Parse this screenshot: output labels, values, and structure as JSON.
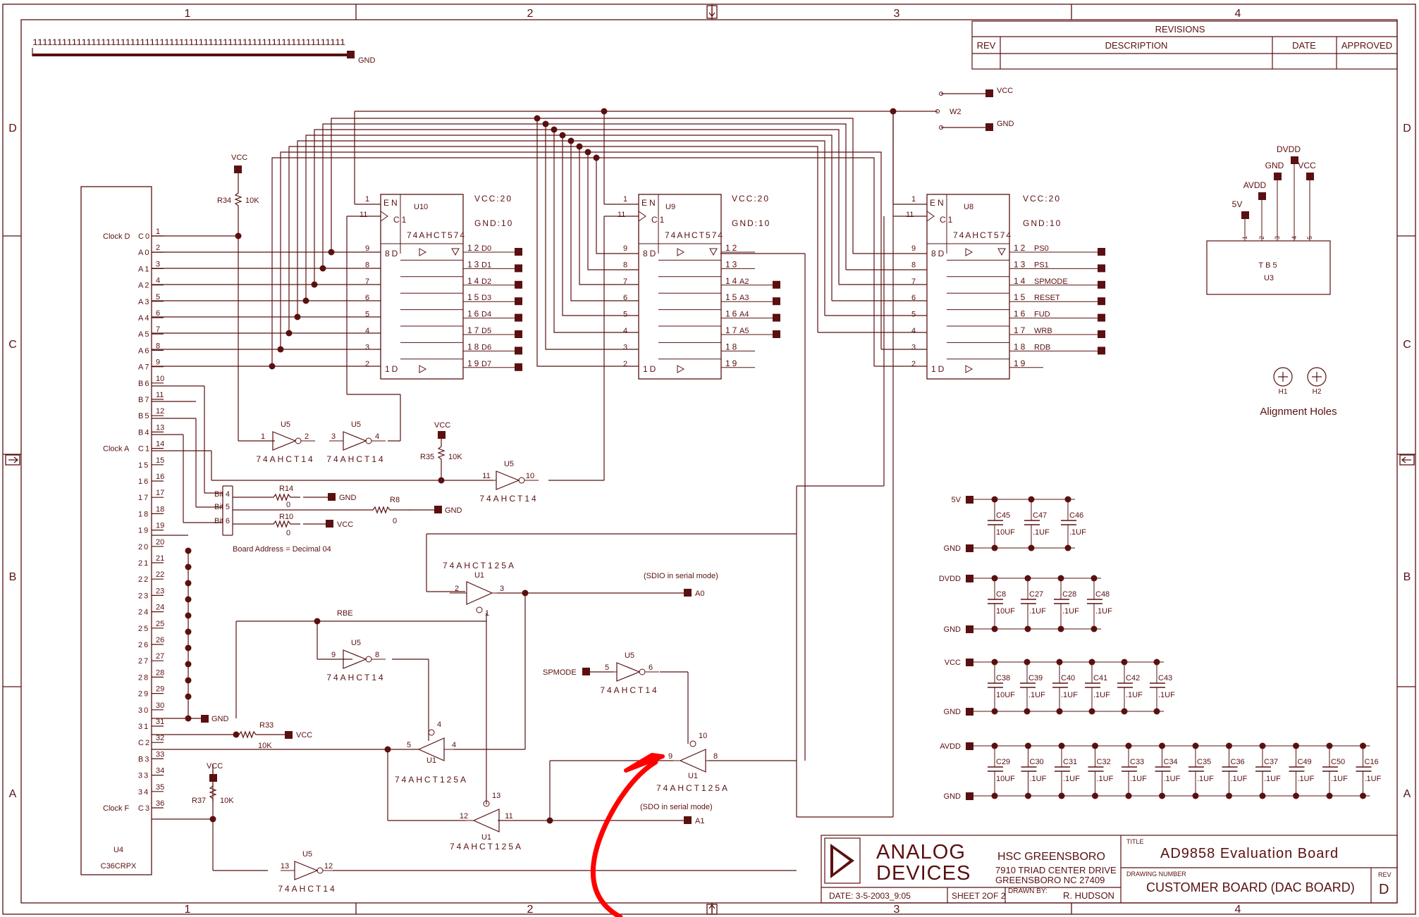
{
  "zones": {
    "top": [
      "1",
      "2",
      "3",
      "4"
    ],
    "side": [
      "D",
      "C",
      "B",
      "A"
    ]
  },
  "revisions": {
    "title": "REVISIONS",
    "headers": [
      "REV",
      "DESCRIPTION",
      "DATE",
      "APPROVED"
    ]
  },
  "pins_row": "1111111111111111111111111111111111111111111111111111111111111111",
  "labels": {
    "gnd": "GND",
    "vcc": "VCC",
    "w2": "W2",
    "dvdd": "DVDD",
    "avdd": "AVDD",
    "v5": "5V",
    "vcc20": "VCC:20",
    "gnd10": "GND:10",
    "part574": "74AHCT574",
    "part14": "74AHCT14",
    "part125": "74AHCT125A",
    "u10": "U10",
    "u9": "U9",
    "u8": "U8",
    "u5": "U5",
    "u1": "U1",
    "u4": "U4",
    "u3": "U3",
    "tb5": "TB5",
    "conn": "C36CRPX",
    "en": "EN",
    "c1": "C1",
    "bd": "8D",
    "d1": "1D",
    "r34": "R34",
    "r35": "R35",
    "r37": "R37",
    "r33": "R33",
    "r14": "R14",
    "r8": "R8",
    "r10": "R10",
    "k10": "10K",
    "zero": "0",
    "bit4": "Bit 4",
    "bit5": "Bit 5",
    "bit6": "Bit 6",
    "board_address": "Board Address = Decimal 04",
    "rbe": "RBE",
    "sdio": "(SDIO in serial mode)",
    "sdo": "(SDO in serial mode)",
    "spmode": "SPMODE",
    "a0": "A0",
    "a1": "A1",
    "h1": "H1",
    "h2": "H2",
    "alignment": "Alignment Holes"
  },
  "connector_pins": [
    {
      "name": "Clock D",
      "sig": "C0",
      "num": "1"
    },
    {
      "name": "",
      "sig": "A0",
      "num": "2"
    },
    {
      "name": "",
      "sig": "A1",
      "num": "3"
    },
    {
      "name": "",
      "sig": "A2",
      "num": "4"
    },
    {
      "name": "",
      "sig": "A3",
      "num": "5"
    },
    {
      "name": "",
      "sig": "A4",
      "num": "6"
    },
    {
      "name": "",
      "sig": "A5",
      "num": "7"
    },
    {
      "name": "",
      "sig": "A6",
      "num": "8"
    },
    {
      "name": "",
      "sig": "A7",
      "num": "9"
    },
    {
      "name": "",
      "sig": "B6",
      "num": "10"
    },
    {
      "name": "",
      "sig": "B7",
      "num": "11"
    },
    {
      "name": "",
      "sig": "B5",
      "num": "12"
    },
    {
      "name": "",
      "sig": "B4",
      "num": "13"
    },
    {
      "name": "Clock A",
      "sig": "C1",
      "num": "14"
    },
    {
      "name": "",
      "sig": "15",
      "num": "15"
    },
    {
      "name": "",
      "sig": "16",
      "num": "16"
    },
    {
      "name": "",
      "sig": "17",
      "num": "17"
    },
    {
      "name": "",
      "sig": "18",
      "num": "18"
    },
    {
      "name": "",
      "sig": "19",
      "num": "19"
    },
    {
      "name": "",
      "sig": "20",
      "num": "20"
    },
    {
      "name": "",
      "sig": "21",
      "num": "21"
    },
    {
      "name": "",
      "sig": "22",
      "num": "22"
    },
    {
      "name": "",
      "sig": "23",
      "num": "23"
    },
    {
      "name": "",
      "sig": "24",
      "num": "24"
    },
    {
      "name": "",
      "sig": "25",
      "num": "25"
    },
    {
      "name": "",
      "sig": "26",
      "num": "26"
    },
    {
      "name": "",
      "sig": "27",
      "num": "27"
    },
    {
      "name": "",
      "sig": "28",
      "num": "28"
    },
    {
      "name": "",
      "sig": "29",
      "num": "29"
    },
    {
      "name": "",
      "sig": "30",
      "num": "30"
    },
    {
      "name": "",
      "sig": "31",
      "num": "31"
    },
    {
      "name": "",
      "sig": "C2",
      "num": "32"
    },
    {
      "name": "",
      "sig": "B3",
      "num": "33"
    },
    {
      "name": "",
      "sig": "33",
      "num": "34"
    },
    {
      "name": "",
      "sig": "34",
      "num": "35"
    },
    {
      "name": "Clock F",
      "sig": "C3",
      "num": "36"
    }
  ],
  "u10_outputs": [
    {
      "pin": "12",
      "name": "D0"
    },
    {
      "pin": "13",
      "name": "D1"
    },
    {
      "pin": "14",
      "name": "D2"
    },
    {
      "pin": "15",
      "name": "D3"
    },
    {
      "pin": "16",
      "name": "D4"
    },
    {
      "pin": "17",
      "name": "D5"
    },
    {
      "pin": "18",
      "name": "D6"
    },
    {
      "pin": "19",
      "name": "D7"
    }
  ],
  "u9_outputs": [
    {
      "pin": "12",
      "name": ""
    },
    {
      "pin": "13",
      "name": ""
    },
    {
      "pin": "14",
      "name": "A2"
    },
    {
      "pin": "15",
      "name": "A3"
    },
    {
      "pin": "16",
      "name": "A4"
    },
    {
      "pin": "17",
      "name": "A5"
    },
    {
      "pin": "18",
      "name": ""
    },
    {
      "pin": "19",
      "name": ""
    }
  ],
  "u8_outputs": [
    {
      "pin": "12",
      "name": "PS0"
    },
    {
      "pin": "13",
      "name": "PS1"
    },
    {
      "pin": "14",
      "name": "SPMODE"
    },
    {
      "pin": "15",
      "name": "RESET"
    },
    {
      "pin": "16",
      "name": "FUD"
    },
    {
      "pin": "17",
      "name": "WRB"
    },
    {
      "pin": "18",
      "name": "RDB"
    },
    {
      "pin": "19",
      "name": ""
    }
  ],
  "d_inputs": [
    "9",
    "8",
    "7",
    "6",
    "5",
    "4",
    "3",
    "2"
  ],
  "tb5_pins": [
    "5V",
    "AVDD",
    "GND",
    "DVDD",
    "VCC"
  ],
  "caps": [
    {
      "rail": "5V",
      "items": [
        {
          "ref": "C45",
          "val": "10UF"
        },
        {
          "ref": "C47",
          "val": ".1UF"
        },
        {
          "ref": "C46",
          "val": ".1UF"
        }
      ]
    },
    {
      "rail": "DVDD",
      "items": [
        {
          "ref": "C8",
          "val": "10UF"
        },
        {
          "ref": "C27",
          "val": ".1UF"
        },
        {
          "ref": "C28",
          "val": ".1UF"
        },
        {
          "ref": "C48",
          "val": ".1UF"
        }
      ]
    },
    {
      "rail": "VCC",
      "items": [
        {
          "ref": "C38",
          "val": "10UF"
        },
        {
          "ref": "C39",
          "val": ".1UF"
        },
        {
          "ref": "C40",
          "val": ".1UF"
        },
        {
          "ref": "C41",
          "val": ".1UF"
        },
        {
          "ref": "C42",
          "val": ".1UF"
        },
        {
          "ref": "C43",
          "val": ".1UF"
        }
      ]
    },
    {
      "rail": "AVDD",
      "items": [
        {
          "ref": "C29",
          "val": "10UF"
        },
        {
          "ref": "C30",
          "val": ".1UF"
        },
        {
          "ref": "C31",
          "val": ".1UF"
        },
        {
          "ref": "C32",
          "val": ".1UF"
        },
        {
          "ref": "C33",
          "val": ".1UF"
        },
        {
          "ref": "C34",
          "val": ".1UF"
        },
        {
          "ref": "C35",
          "val": ".1UF"
        },
        {
          "ref": "C36",
          "val": ".1UF"
        },
        {
          "ref": "C37",
          "val": ".1UF"
        },
        {
          "ref": "C49",
          "val": ".1UF"
        },
        {
          "ref": "C50",
          "val": ".1UF"
        },
        {
          "ref": "C16",
          "val": ".1UF"
        }
      ]
    }
  ],
  "title_block": {
    "company_line1": "ANALOG",
    "company_line2": "DEVICES",
    "site": "HSC GREENSBORO",
    "address1": "7910 TRIAD CENTER DRIVE",
    "address2": "GREENSBORO NC 27409",
    "title_label": "TITLE",
    "title": "AD9858 Evaluation Board",
    "drawing_label": "DRAWING NUMBER",
    "drawing": "CUSTOMER BOARD (DAC BOARD)",
    "rev_label": "REV",
    "rev": "D",
    "date": "DATE: 3-5-2003_9:05",
    "sheet": "SHEET 2OF 2",
    "drawn_label": "DRAWN BY:",
    "drawn": "R. HUDSON"
  },
  "colors": {
    "line": "#5a1010",
    "annotation": "#ff0000",
    "background": "#ffffff"
  }
}
